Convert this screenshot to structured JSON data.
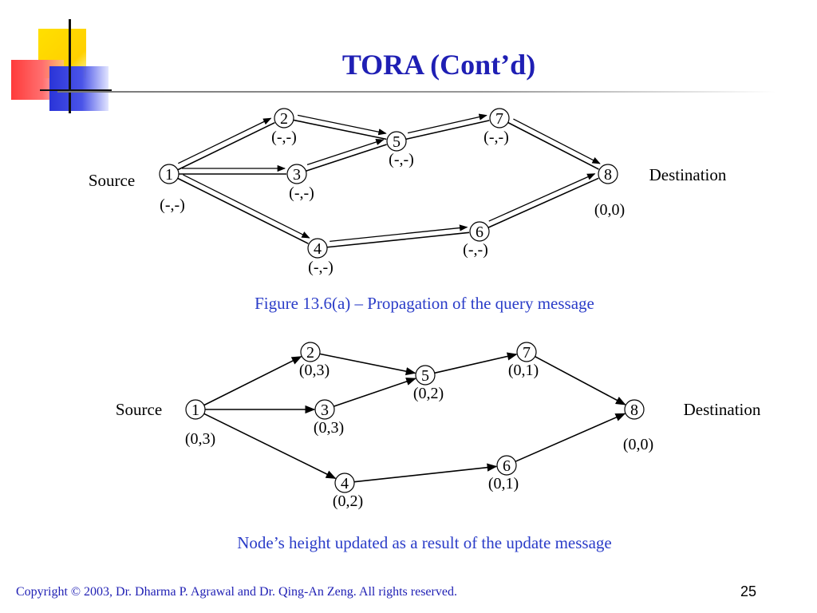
{
  "slide": {
    "title": "TORA (Cont’d)",
    "page_number": "25",
    "copyright": "Copyright © 2003, Dr. Dharma P. Agrawal and Dr. Qing-An Zeng. All rights reserved."
  },
  "figure_a": {
    "caption": "Figure 13.6(a) – Propagation of the query message",
    "source_label": "Source",
    "destination_label": "Destination",
    "nodes": [
      {
        "id": "1",
        "height": "(-,-)"
      },
      {
        "id": "2",
        "height": "(-,-)"
      },
      {
        "id": "3",
        "height": "(-,-)"
      },
      {
        "id": "4",
        "height": "(-,-)"
      },
      {
        "id": "5",
        "height": "(-,-)"
      },
      {
        "id": "6",
        "height": "(-,-)"
      },
      {
        "id": "7",
        "height": "(-,-)"
      },
      {
        "id": "8",
        "height": "(0,0)"
      }
    ],
    "edges": [
      [
        "1",
        "2"
      ],
      [
        "1",
        "3"
      ],
      [
        "1",
        "4"
      ],
      [
        "2",
        "5"
      ],
      [
        "3",
        "5"
      ],
      [
        "5",
        "7"
      ],
      [
        "7",
        "8"
      ],
      [
        "4",
        "6"
      ],
      [
        "6",
        "8"
      ]
    ]
  },
  "figure_b": {
    "caption": "Node’s height updated as a result of the update message",
    "source_label": "Source",
    "destination_label": "Destination",
    "nodes": [
      {
        "id": "1",
        "height": "(0,3)"
      },
      {
        "id": "2",
        "height": "(0,3)"
      },
      {
        "id": "3",
        "height": "(0,3)"
      },
      {
        "id": "4",
        "height": "(0,2)"
      },
      {
        "id": "5",
        "height": "(0,2)"
      },
      {
        "id": "6",
        "height": "(0,1)"
      },
      {
        "id": "7",
        "height": "(0,1)"
      },
      {
        "id": "8",
        "height": "(0,0)"
      }
    ],
    "edges": [
      [
        "1",
        "2"
      ],
      [
        "1",
        "3"
      ],
      [
        "1",
        "4"
      ],
      [
        "2",
        "5"
      ],
      [
        "3",
        "5"
      ],
      [
        "5",
        "7"
      ],
      [
        "7",
        "8"
      ],
      [
        "4",
        "6"
      ],
      [
        "6",
        "8"
      ]
    ]
  }
}
